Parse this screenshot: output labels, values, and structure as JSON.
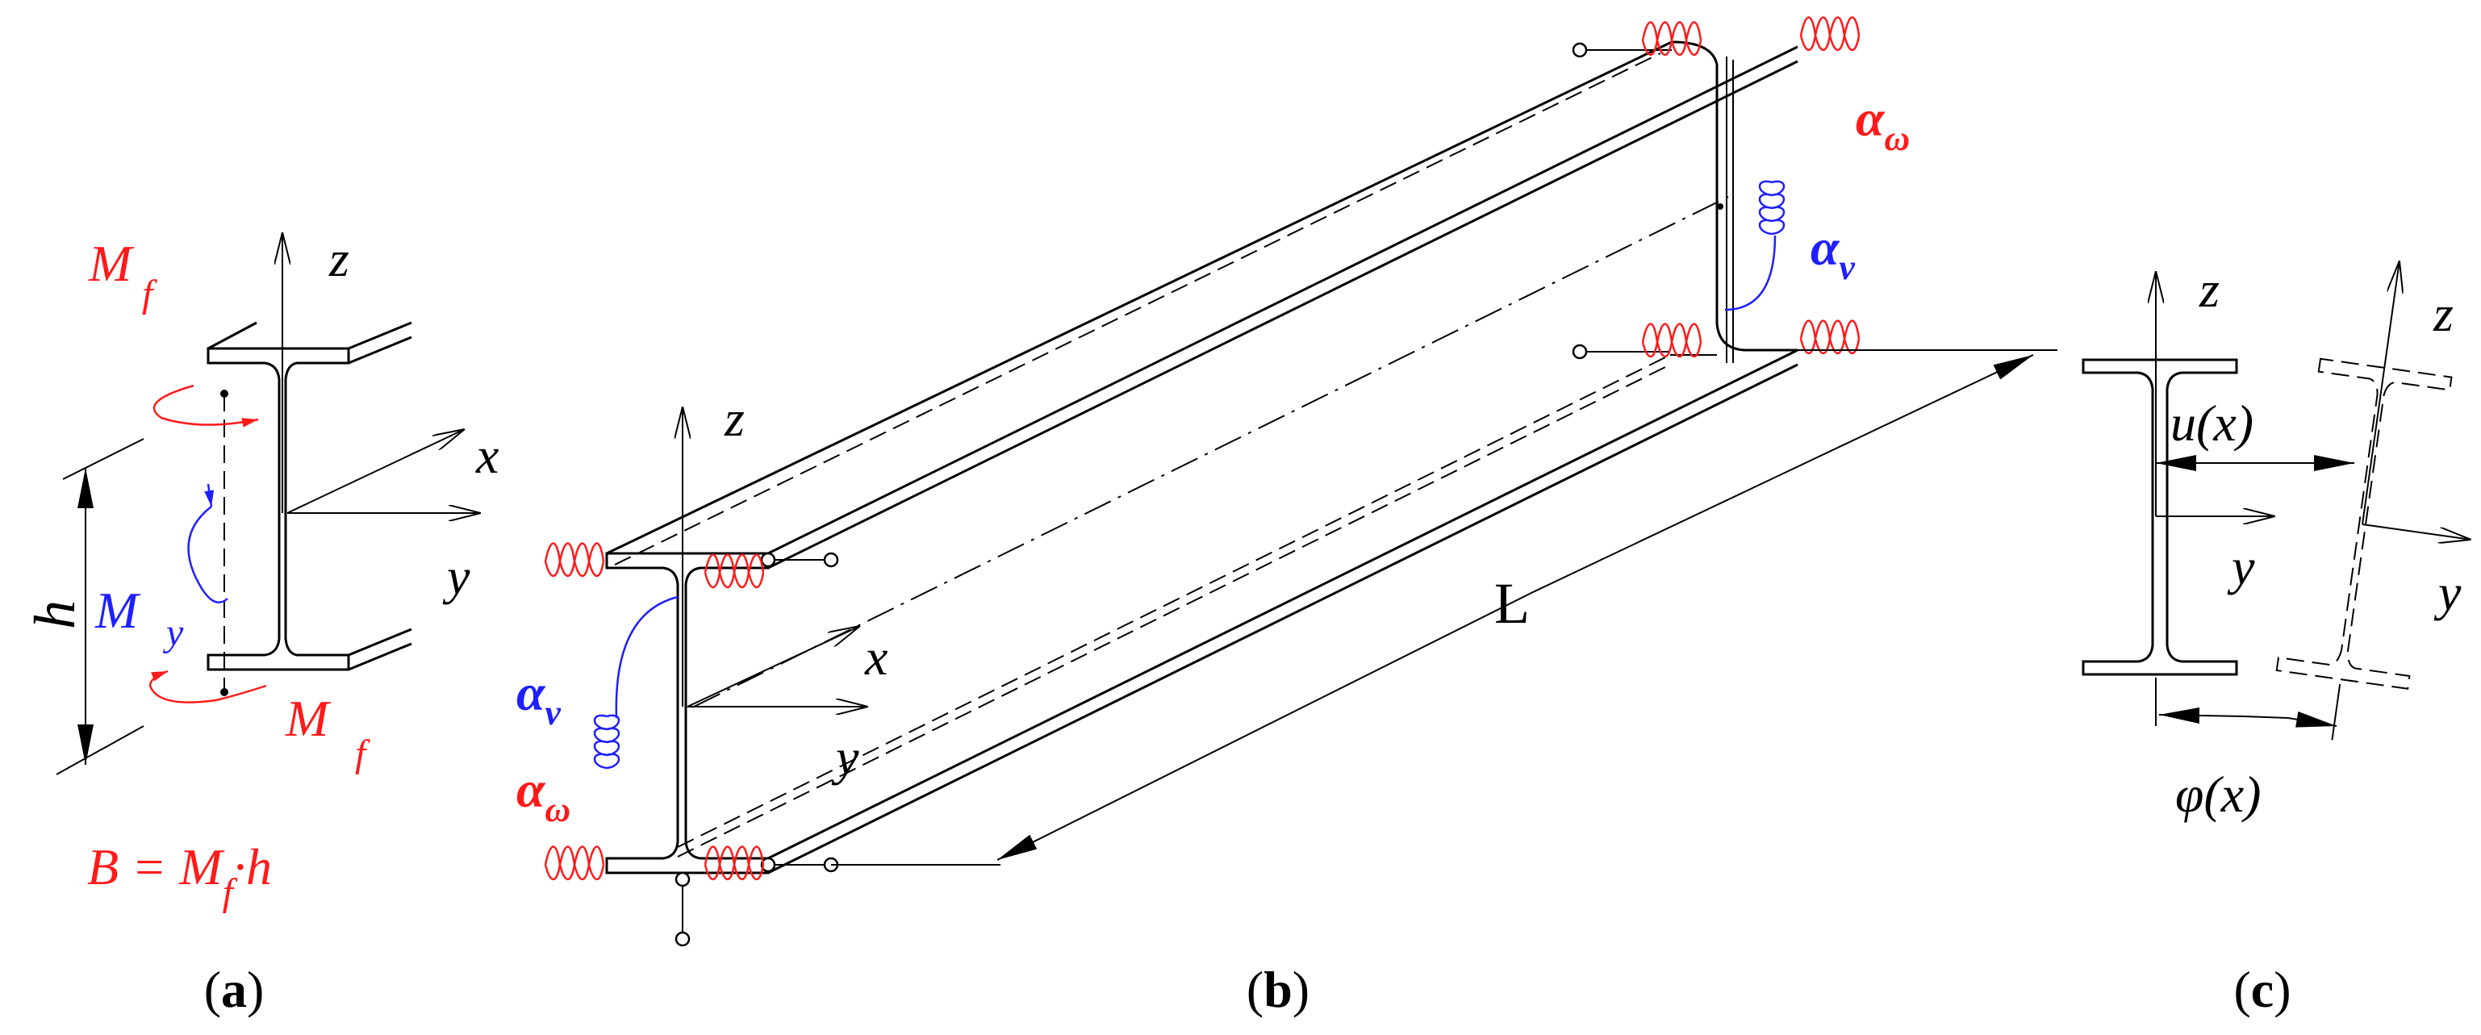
{
  "labels": {
    "z": "z",
    "x": "x",
    "y": "y",
    "h": "h",
    "L": "L",
    "M": "M",
    "f": "f",
    "y_sub": "y",
    "alpha": "α",
    "omega": "ω",
    "v": "v",
    "u_x": "u(x)",
    "phi_x": "φ(x)",
    "B_eq_prefix": "B = M",
    "B_eq_suffix": "·h"
  },
  "captions": {
    "a": "(a)",
    "b": "(b)",
    "c": "(c)",
    "a_letter": "a",
    "b_letter": "b",
    "c_letter": "c"
  },
  "colors": {
    "red": "#ff1a1a",
    "blue": "#1f1fff",
    "black": "#000000"
  }
}
